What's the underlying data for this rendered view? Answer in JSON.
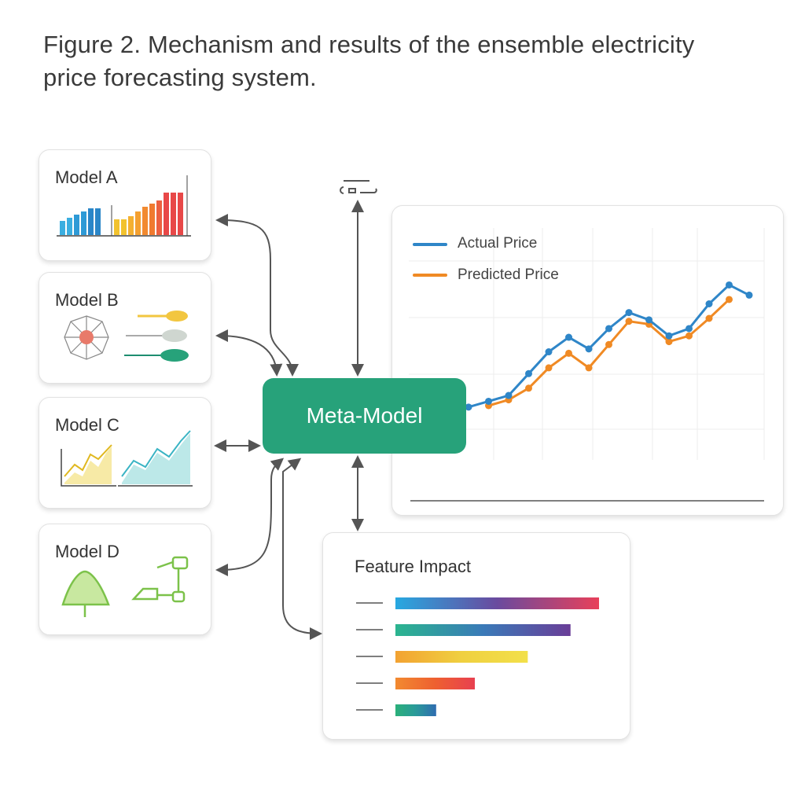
{
  "title": "Figure 2. Mechanism and results of the ensemble electricity price forecasting system.",
  "models": [
    {
      "label": "Model A",
      "icon": "bar-chart-icon"
    },
    {
      "label": "Model B",
      "icon": "network-and-trees-icon"
    },
    {
      "label": "Model C",
      "icon": "area-line-chart-icon"
    },
    {
      "label": "Model D",
      "icon": "flow-diagram-icon"
    }
  ],
  "meta_model": {
    "label": "Meta-Model",
    "color": "#27a27a"
  },
  "top_icon": "database-icon",
  "chart_data": {
    "type": "line",
    "title": "",
    "xlabel": "",
    "ylabel": "",
    "grid": true,
    "legend": "top-left",
    "series": [
      {
        "name": "Actual Price",
        "color": "#2f86c8",
        "values": [
          39,
          43,
          47,
          62,
          77,
          87,
          79,
          93,
          104,
          99,
          88,
          93,
          110,
          123,
          116
        ]
      },
      {
        "name": "Predicted Price",
        "color": "#f08a24",
        "values": [
          null,
          40,
          44,
          52,
          66,
          76,
          66,
          82,
          98,
          96,
          84,
          88,
          100,
          113
        ]
      }
    ]
  },
  "feature_impact": {
    "title": "Feature Impact",
    "bars": [
      {
        "value": 1.0,
        "colors": [
          "#27a9e1",
          "#6a4a9e",
          "#e8405a"
        ]
      },
      {
        "value": 0.86,
        "colors": [
          "#2bb58f",
          "#3a7ab8",
          "#6a3e98"
        ]
      },
      {
        "value": 0.65,
        "colors": [
          "#f2a232",
          "#f0d040",
          "#f2e04a"
        ]
      },
      {
        "value": 0.39,
        "colors": [
          "#f28a30",
          "#ee6030",
          "#e84050"
        ]
      },
      {
        "value": 0.2,
        "colors": [
          "#2bb07a",
          "#2a9a9a",
          "#2f6cb0"
        ]
      }
    ]
  }
}
